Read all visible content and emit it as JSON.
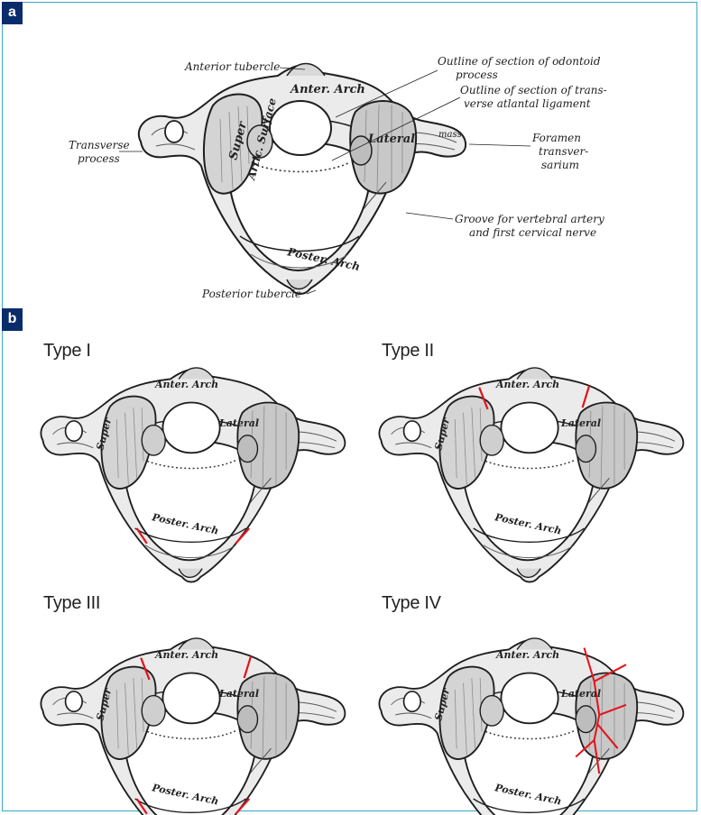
{
  "panels": {
    "a": "a",
    "b": "b"
  },
  "figure_a": {
    "labels": {
      "anterior_tubercle": "Anterior tubercle",
      "outline_odontoid_1": "Outline of section of odontoid",
      "outline_odontoid_2": "process",
      "outline_ligament_1": "Outline of section of trans-",
      "outline_ligament_2": "verse atlantal ligament",
      "transverse_process_1": "Transverse",
      "transverse_process_2": "process",
      "foramen_1": "Foramen",
      "foramen_2": "transver-",
      "foramen_3": "sarium",
      "groove_1": "Groove for vertebral artery",
      "groove_2": "and first cervical nerve",
      "posterior_tubercle": "Posterior tubercle"
    },
    "bone_text": {
      "anter_arch": "Anter. Arch",
      "super_1": "Super",
      "super_2": "Artic. Surface",
      "lateral": "Lateral",
      "mass": "mass",
      "poster_arch": "Poster. Arch"
    }
  },
  "figure_b": {
    "types": [
      "Type I",
      "Type II",
      "Type III",
      "Type IV"
    ]
  },
  "colors": {
    "frame_border": "#3aa6c8",
    "badge_bg": "#0a2c6b",
    "fracture_line": "#e3151c"
  }
}
